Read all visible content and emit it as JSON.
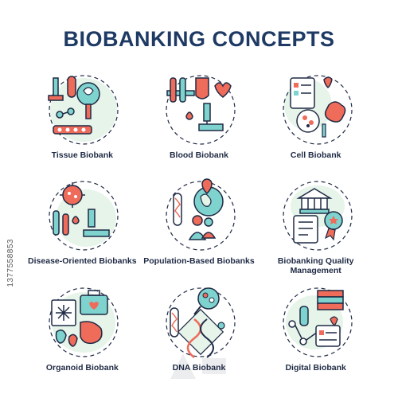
{
  "title": "BIOBANKING CONCEPTS",
  "colors": {
    "outline": "#1f2a44",
    "teal": "#7fd3cf",
    "red": "#ef6b5a",
    "pale": "#e6f4ea"
  },
  "items": [
    {
      "label": "Tissue Biobank",
      "icon": "tissue-biobank-icon"
    },
    {
      "label": "Blood Biobank",
      "icon": "blood-biobank-icon"
    },
    {
      "label": "Cell Biobank",
      "icon": "cell-biobank-icon"
    },
    {
      "label": "Disease-Oriented Biobanks",
      "icon": "disease-biobank-icon"
    },
    {
      "label": "Population-Based Biobanks",
      "icon": "population-biobank-icon"
    },
    {
      "label": "Biobanking Quality Management",
      "icon": "quality-management-icon"
    },
    {
      "label": "Organoid Biobank",
      "icon": "organoid-biobank-icon"
    },
    {
      "label": "DNA Biobank",
      "icon": "dna-biobank-icon"
    },
    {
      "label": "Digital Biobank",
      "icon": "digital-biobank-icon"
    }
  ],
  "watermark": {
    "stock_id": "1377558853",
    "logo_text": "Adobe Stock"
  }
}
